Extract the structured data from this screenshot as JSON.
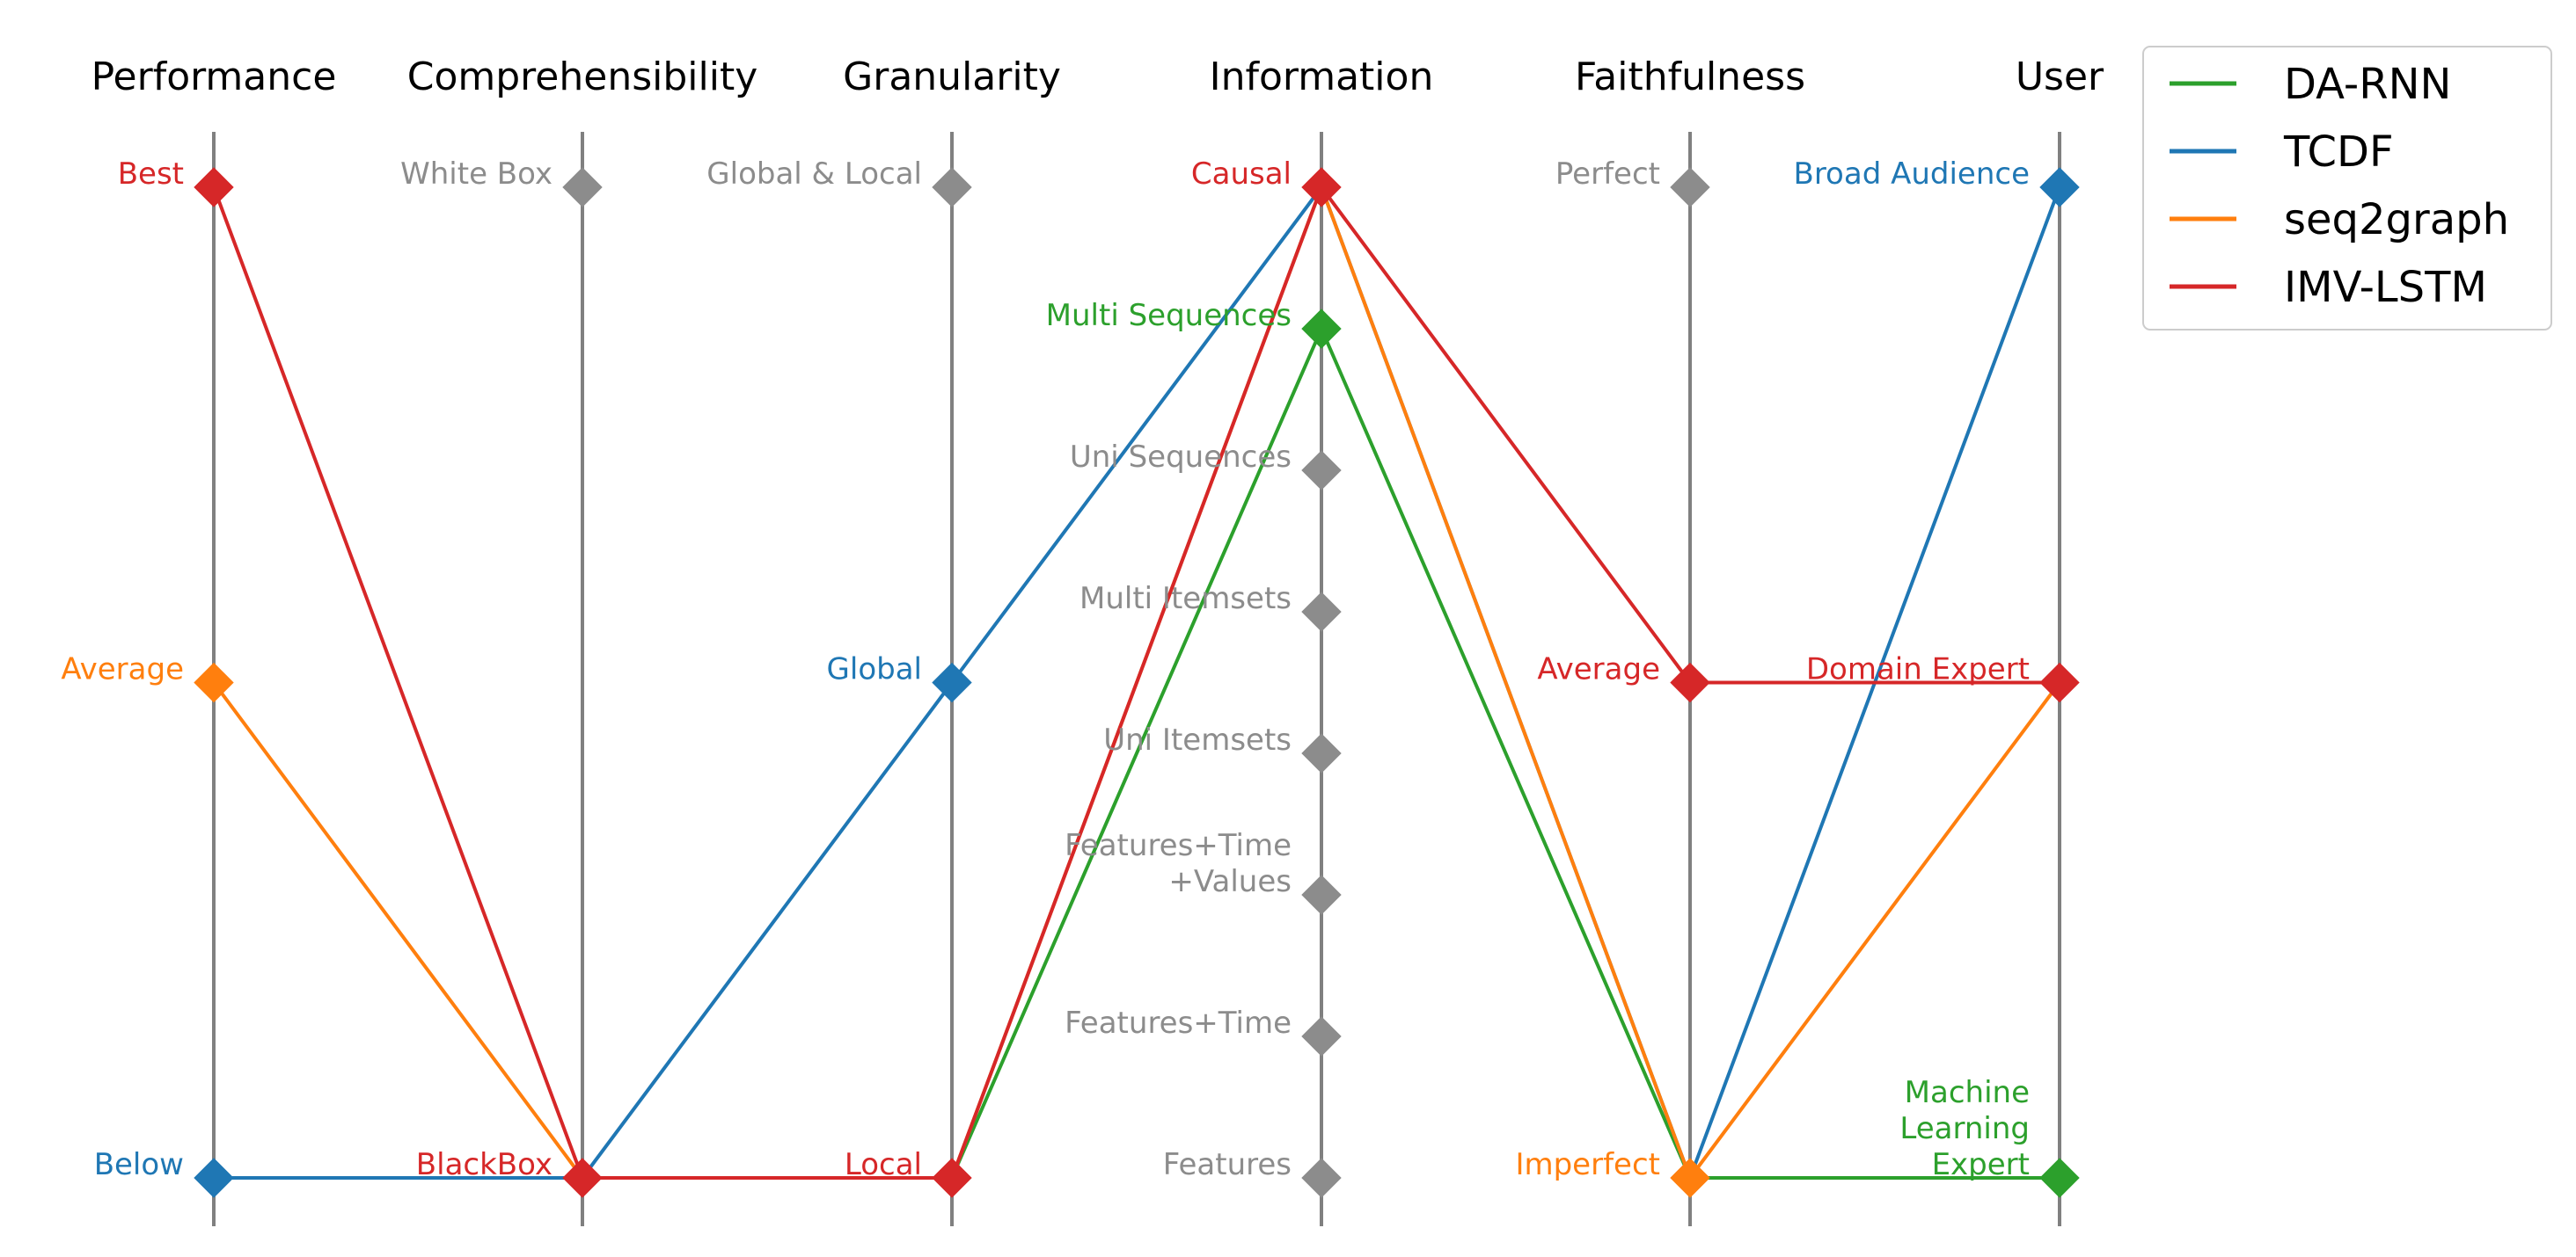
{
  "chart_data": {
    "type": "parallel_coordinates",
    "axes": [
      {
        "name": "Performance",
        "ticks": [
          "Below",
          "Average",
          "Best"
        ]
      },
      {
        "name": "Comprehensibility",
        "ticks": [
          "BlackBox",
          "White Box"
        ]
      },
      {
        "name": "Granularity",
        "ticks": [
          "Local",
          "Global",
          "Global & Local"
        ]
      },
      {
        "name": "Information",
        "ticks": [
          "Features",
          "Features+Time",
          "Features+Time\n+Values",
          "Uni Itemsets",
          "Multi Itemsets",
          "Uni Sequences",
          "Multi Sequences",
          "Causal"
        ]
      },
      {
        "name": "Faithfulness",
        "ticks": [
          "Imperfect",
          "Average",
          "Perfect"
        ]
      },
      {
        "name": "User",
        "ticks": [
          "Machine\nLearning\nExpert",
          "Domain Expert",
          "Broad Audience"
        ]
      }
    ],
    "series": [
      {
        "name": "DA-RNN",
        "color": "#2ca02c",
        "values": [
          "Below",
          "BlackBox",
          "Local",
          "Multi Sequences",
          "Imperfect",
          "Machine\nLearning\nExpert"
        ]
      },
      {
        "name": "TCDF",
        "color": "#1f77b4",
        "values": [
          "Below",
          "BlackBox",
          "Global",
          "Causal",
          "Imperfect",
          "Broad Audience"
        ]
      },
      {
        "name": "seq2graph",
        "color": "#ff7f0e",
        "values": [
          "Average",
          "BlackBox",
          "Local",
          "Causal",
          "Imperfect",
          "Domain Expert"
        ]
      },
      {
        "name": "IMV-LSTM",
        "color": "#d62728",
        "values": [
          "Best",
          "BlackBox",
          "Local",
          "Causal",
          "Average",
          "Domain Expert"
        ]
      }
    ],
    "highlight": [
      {
        "axis": 0,
        "tick": "Below",
        "color": "#1f77b4"
      },
      {
        "axis": 0,
        "tick": "Average",
        "color": "#ff7f0e"
      },
      {
        "axis": 0,
        "tick": "Best",
        "color": "#d62728"
      },
      {
        "axis": 1,
        "tick": "BlackBox",
        "color": "#d62728"
      },
      {
        "axis": 2,
        "tick": "Local",
        "color": "#d62728"
      },
      {
        "axis": 2,
        "tick": "Global",
        "color": "#1f77b4"
      },
      {
        "axis": 3,
        "tick": "Multi Sequences",
        "color": "#2ca02c"
      },
      {
        "axis": 3,
        "tick": "Causal",
        "color": "#d62728"
      },
      {
        "axis": 4,
        "tick": "Imperfect",
        "color": "#ff7f0e"
      },
      {
        "axis": 4,
        "tick": "Average",
        "color": "#d62728"
      },
      {
        "axis": 5,
        "tick": "Machine\nLearning\nExpert",
        "color": "#2ca02c"
      },
      {
        "axis": 5,
        "tick": "Domain Expert",
        "color": "#d62728"
      },
      {
        "axis": 5,
        "tick": "Broad Audience",
        "color": "#1f77b4"
      }
    ],
    "inactive_color": "#8c8c8c",
    "axis_color": "#808080",
    "legend": {
      "placement": "top-right",
      "entries": [
        "DA-RNN",
        "TCDF",
        "seq2graph",
        "IMV-LSTM"
      ]
    }
  }
}
